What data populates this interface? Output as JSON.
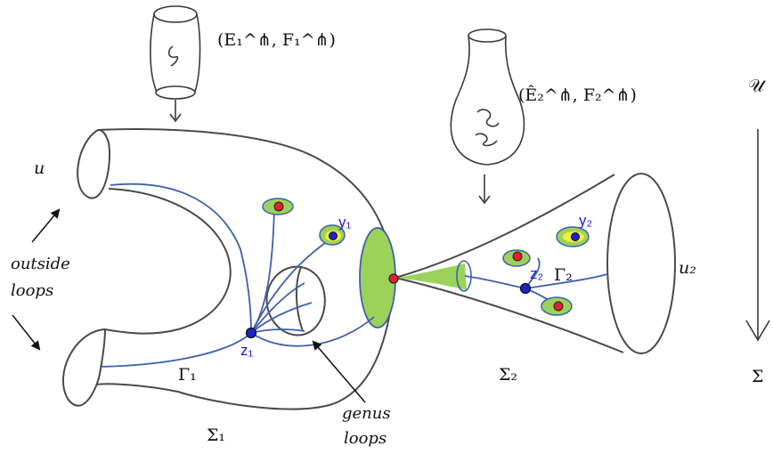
{
  "labels": {
    "u": "u",
    "u2": "u₂",
    "ef1": "(E₁^⋔, F₁^⋔)",
    "ef2": "(Ê₂^⋔, F₂^⋔)",
    "calU": "𝒰",
    "sigma": "Σ",
    "sigma1": "Σ₁",
    "sigma2": "Σ₂",
    "gamma1": "Γ₁",
    "gamma2": "Γ₂",
    "z1": "z₁",
    "z2": "z₂",
    "y1": "y₁",
    "y2": "y₂",
    "outside": "outside",
    "loops_left": "loops",
    "genus": "genus",
    "loops_bottom": "loops"
  },
  "colors": {
    "outline": "#4a4a4a",
    "curve": "#3f5fb0",
    "blob_fill": "#9bd35a",
    "dot_red": "#e2222a",
    "dot_blue": "#1c22c8",
    "yellow": "#f3ee3c"
  }
}
